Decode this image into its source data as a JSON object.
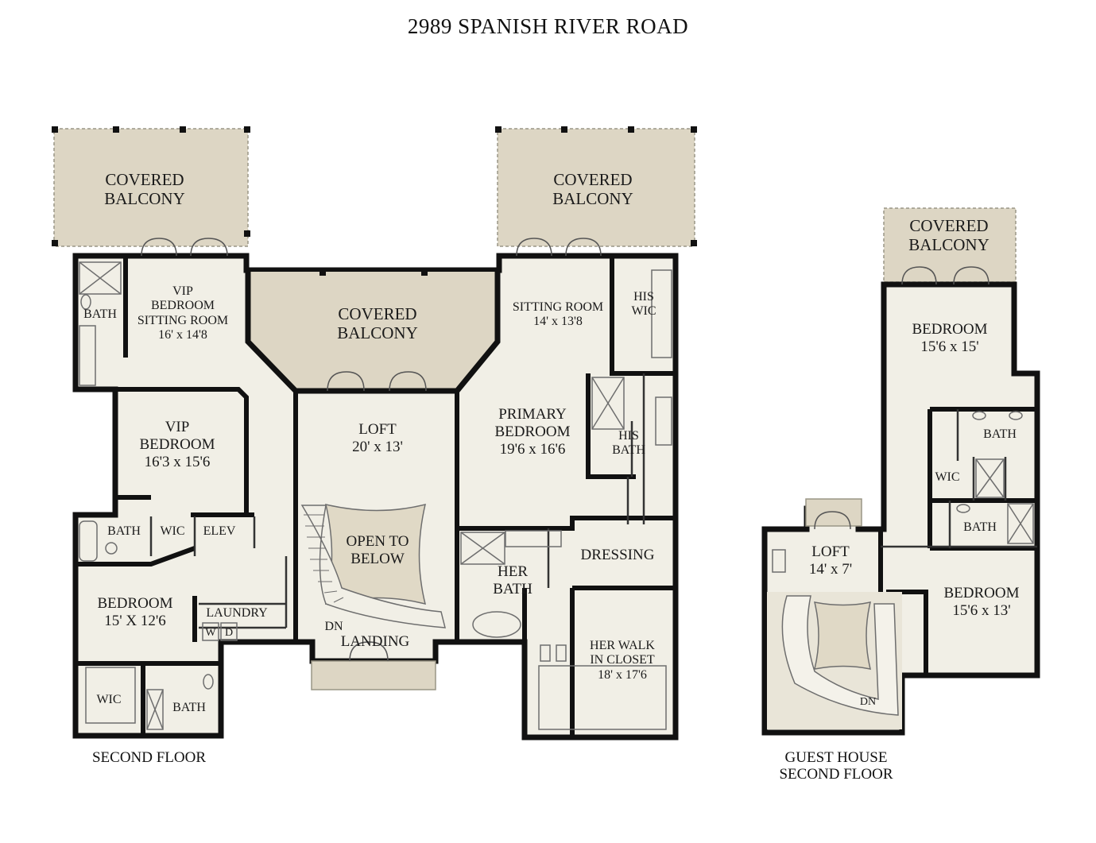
{
  "title": "2989 SPANISH RIVER ROAD",
  "captions": {
    "main": "SECOND FLOOR",
    "guest_line1": "GUEST HOUSE",
    "guest_line2": "SECOND FLOOR"
  },
  "rooms": {
    "covered_balcony_left": {
      "name_1": "COVERED",
      "name_2": "BALCONY"
    },
    "covered_balcony_right": {
      "name_1": "COVERED",
      "name_2": "BALCONY"
    },
    "covered_balcony_center": {
      "name_1": "COVERED",
      "name_2": "BALCONY"
    },
    "covered_balcony_guest": {
      "name_1": "COVERED",
      "name_2": "BALCONY"
    },
    "vip_sitting_room": {
      "name_1": "VIP",
      "name_2": "BEDROOM",
      "name_3": "SITTING ROOM",
      "dims": "16' x 14'8"
    },
    "vip_bath": {
      "name": "BATH"
    },
    "vip_bedroom": {
      "name_1": "VIP",
      "name_2": "BEDROOM",
      "dims": "16'3 x 15'6"
    },
    "bath_small": {
      "name": "BATH"
    },
    "wic_upper": {
      "name": "WIC"
    },
    "elev": {
      "name": "ELEV"
    },
    "bedroom_left": {
      "name": "BEDROOM",
      "dims": "15' X 12'6"
    },
    "laundry": {
      "name": "LAUNDRY",
      "w": "W",
      "d": "D"
    },
    "wic_lower": {
      "name": "WIC"
    },
    "bath_lower": {
      "name": "BATH"
    },
    "loft": {
      "name": "LOFT",
      "dims": "20' x 13'"
    },
    "open_to_below": {
      "name_1": "OPEN TO",
      "name_2": "BELOW"
    },
    "dn_main": {
      "name": "DN"
    },
    "landing": {
      "name": "LANDING"
    },
    "sitting_room": {
      "name": "SITTING ROOM",
      "dims": "14' x 13'8"
    },
    "his_wic": {
      "name_1": "HIS",
      "name_2": "WIC"
    },
    "primary_bedroom": {
      "name_1": "PRIMARY",
      "name_2": "BEDROOM",
      "dims": "19'6 x 16'6"
    },
    "his_bath": {
      "name_1": "HIS",
      "name_2": "BATH"
    },
    "dressing": {
      "name": "DRESSING"
    },
    "her_bath": {
      "name_1": "HER",
      "name_2": "BATH"
    },
    "her_walk_in_closet": {
      "name_1": "HER WALK",
      "name_2": "IN CLOSET",
      "dims": "18' x 17'6"
    },
    "guest_bedroom_upper": {
      "name": "BEDROOM",
      "dims": "15'6 x 15'"
    },
    "guest_bath_upper": {
      "name": "BATH"
    },
    "guest_wic": {
      "name": "WIC"
    },
    "guest_bath_lower": {
      "name": "BATH"
    },
    "guest_loft": {
      "name": "LOFT",
      "dims": "14' x 7'"
    },
    "guest_bedroom_lower": {
      "name": "BEDROOM",
      "dims": "15'6 x 13'"
    },
    "guest_dn": {
      "name": "DN"
    }
  },
  "colors": {
    "wall": "#111111",
    "floor": "#f1efe6",
    "balcony": "#ddd6c4",
    "open_to_below": "#e0d9c6",
    "fixture_stroke": "#6e6e6e"
  }
}
